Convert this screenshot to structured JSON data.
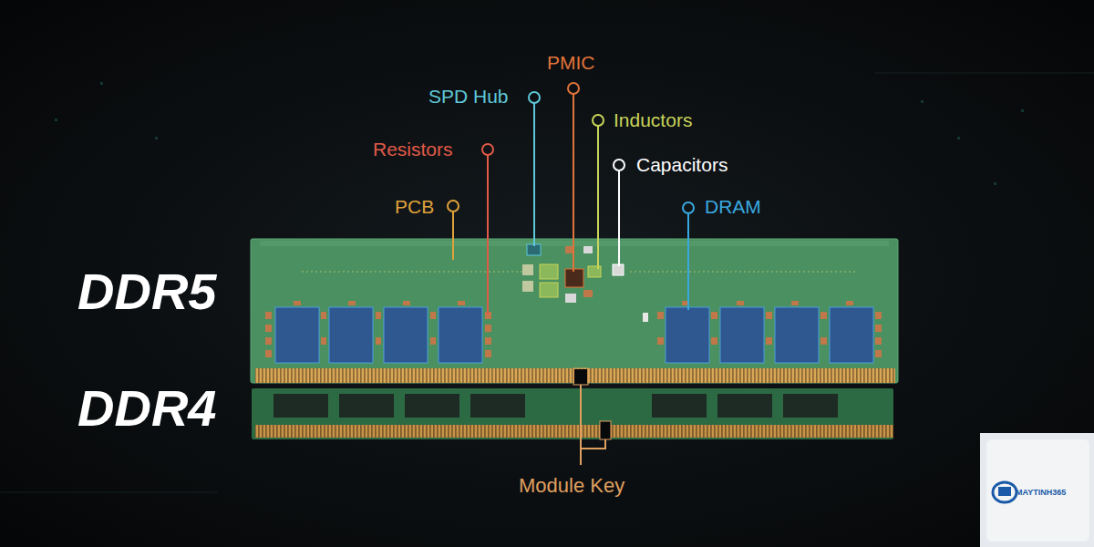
{
  "diagram": {
    "labels": [
      "PMIC",
      "SPD Hub",
      "Inductors",
      "Resistors",
      "Capacitors",
      "PCB",
      "DRAM",
      "DDR5",
      "DDR4",
      "Module Key",
      "MAYTINH365"
    ]
  }
}
